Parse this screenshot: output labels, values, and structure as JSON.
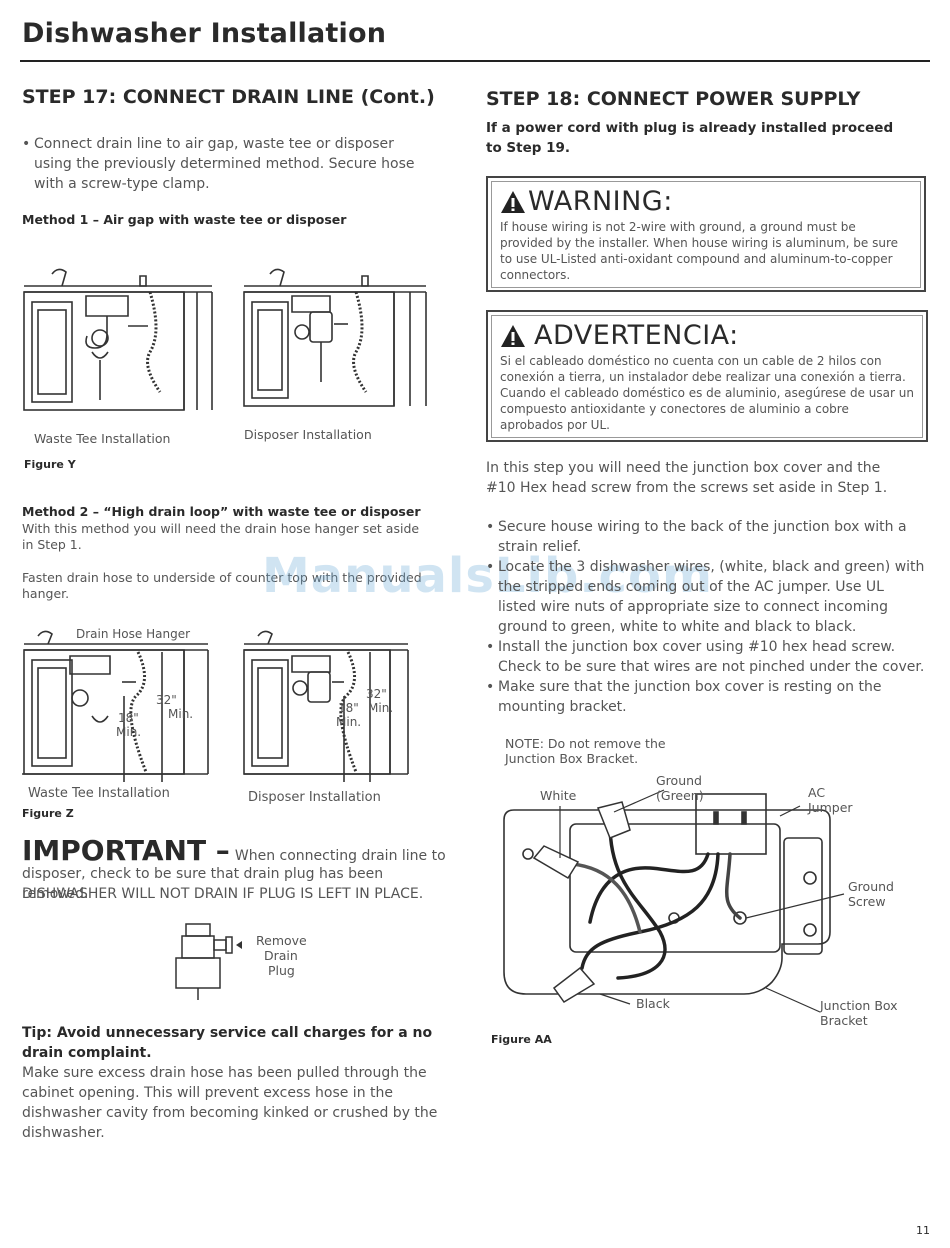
{
  "header": {
    "title": "Dishwasher Installation"
  },
  "step17": {
    "title": "STEP 17:  CONNECT DRAIN LINE (Cont.)",
    "bullet": "Connect drain line to air gap, waste tee or disposer using the previously determined method. Secure hose with a screw-type clamp.",
    "method1": {
      "title": "Method 1 – Air gap with waste tee or disposer",
      "left_caption": "Waste Tee Installation",
      "right_caption": "Disposer Installation",
      "figure_label": "Figure Y"
    },
    "method2": {
      "title": "Method 2 – “High drain loop” with waste tee or disposer",
      "line1": "With this method you will need the drain hose hanger set aside in Step 1.",
      "line2": "Fasten drain hose to underside of counter top with the provided hanger.",
      "hanger_label": "Drain Hose Hanger",
      "dim_32": "32\"",
      "dim_18": "18\"",
      "dim_min": "Min.",
      "left_caption": "Waste Tee Installation",
      "right_caption": "Disposer Installation",
      "figure_label": "Figure Z"
    },
    "important": {
      "title": "IMPORTANT –",
      "text_inline": "When connecting drain line to",
      "text_rest": "disposer, check to be sure that drain plug has been removed.",
      "text_caps": "DISHWASHER WILL NOT DRAIN IF PLUG IS LEFT IN PLACE.",
      "plug_label_1": "Remove",
      "plug_label_2": "Drain",
      "plug_label_3": "Plug"
    },
    "tip": {
      "title": "Tip: Avoid unnecessary service call charges for a no drain complaint.",
      "text": "Make sure excess drain hose has been pulled through the cabinet opening. This will prevent excess hose in the dishwasher cavity from becoming kinked or crushed by the dishwasher."
    }
  },
  "step18": {
    "title": "STEP 18: CONNECT POWER SUPPLY",
    "subtitle": "If a power cord with plug is already installed proceed to Step 19.",
    "warning": {
      "title": "WARNING:",
      "text": "If house wiring is not 2-wire with ground, a ground must be provided by the installer. When house wiring is aluminum, be sure to use UL-Listed anti-oxidant compound and aluminum-to-copper connectors."
    },
    "advertencia": {
      "title": "ADVERTENCIA:",
      "text": "Si el cableado doméstico no cuenta con un cable de 2 hilos con conexión a tierra, un instalador debe realizar una conexión a tierra. Cuando el cableado doméstico es de aluminio, asegúrese de usar un compuesto antioxidante y conectores de aluminio a cobre aprobados por UL."
    },
    "intro": "In this step you will need the junction box cover and the #10 Hex head screw from the screws set aside in Step 1.",
    "bullets": [
      "Secure house wiring to the back of the junction box with a strain relief.",
      "Locate the 3 dishwasher wires, (white, black and green) with the stripped ends coming out of the AC jumper. Use UL listed wire nuts of appropriate size to connect incoming ground to green, white to white and black to black.",
      "Install the junction box cover using #10 hex head screw. Check to be sure that wires are not pinched under the cover.",
      "Make sure that the junction box cover is resting on the mounting bracket."
    ],
    "note_1": "NOTE: Do not remove the",
    "note_2": "Junction Box Bracket.",
    "labels": {
      "white": "White",
      "ground1": "Ground",
      "ground2": "(Green)",
      "ac1": "AC",
      "ac2": "Jumper",
      "gs1": "Ground",
      "gs2": "Screw",
      "black": "Black",
      "jb1": "Junction Box",
      "jb2": "Bracket"
    },
    "figure_label": "Figure AA"
  },
  "watermark": "ManualsLib.com",
  "page_number": "11"
}
